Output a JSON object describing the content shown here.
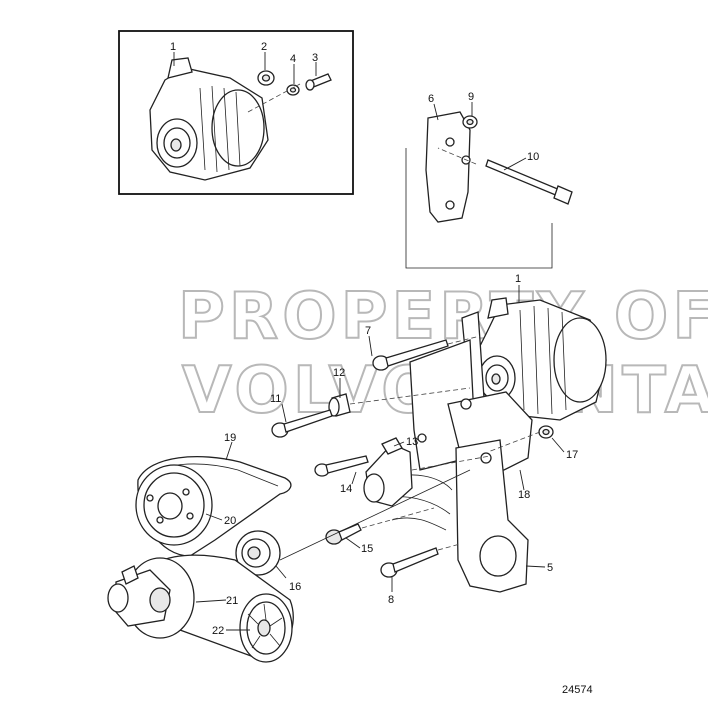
{
  "watermark": {
    "line1": "PROPERTY OF",
    "line2": "VOLVO PENTA"
  },
  "drawing_number": "24574",
  "callouts": {
    "inset_1": "1",
    "inset_2": "2",
    "inset_3": "3",
    "inset_4": "4",
    "p1": "1",
    "p5": "5",
    "p6": "6",
    "p7": "7",
    "p8": "8",
    "p9": "9",
    "p10": "10",
    "p11": "11",
    "p12": "12",
    "p13": "13",
    "p14": "14",
    "p15": "15",
    "p16": "16",
    "p17": "17",
    "p18": "18",
    "p19": "19",
    "p20": "20",
    "p21": "21",
    "p22": "22"
  }
}
